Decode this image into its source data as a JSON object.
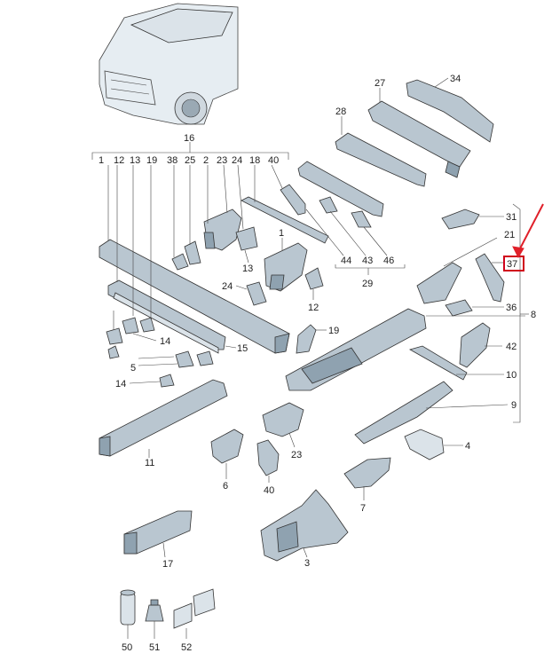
{
  "diagram": {
    "callouts": {
      "c1": "1",
      "c2": "2",
      "c3": "3",
      "c4": "4",
      "c5": "5",
      "c6": "6",
      "c7": "7",
      "c8": "8",
      "c9": "9",
      "c10": "10",
      "c11": "11",
      "c12": "12",
      "c13": "13",
      "c14a": "14",
      "c14b": "14",
      "c15": "15",
      "c16": "16",
      "c17": "17",
      "c19": "19",
      "c21": "21",
      "c23": "23",
      "c24": "24",
      "c27": "27",
      "c28": "28",
      "c29": "29",
      "c31": "31",
      "c34": "34",
      "c36": "36",
      "c37": "37",
      "c40": "40",
      "c42": "42",
      "c43": "43",
      "c44": "44",
      "c46": "46",
      "c50": "50",
      "c51": "51",
      "c52": "52",
      "c1b": "1"
    },
    "group16_labels": [
      "1",
      "12",
      "13",
      "19",
      "38",
      "25",
      "2",
      "23",
      "24",
      "18",
      "40"
    ],
    "highlight_color": "#d0021b",
    "arrow_color": "#e0202a"
  }
}
